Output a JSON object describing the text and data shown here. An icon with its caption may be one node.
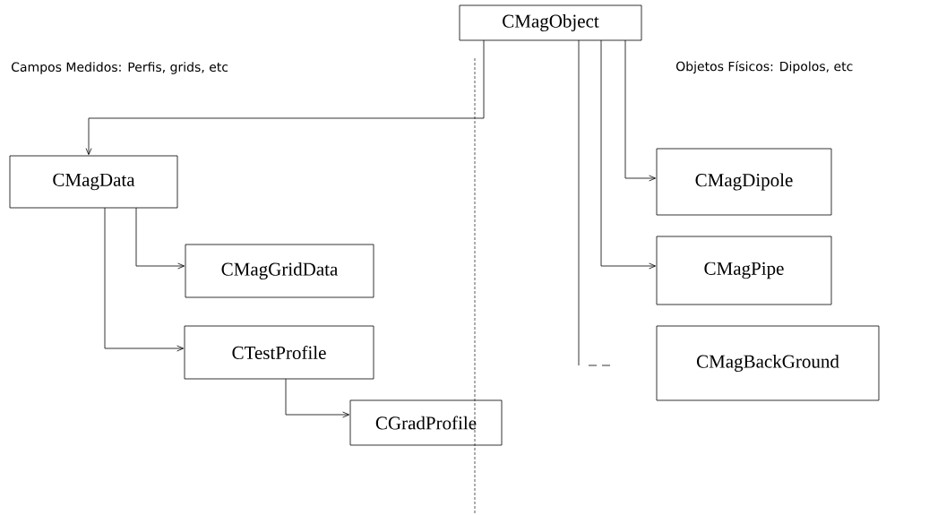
{
  "diagram": {
    "nodes": [
      {
        "text": [
          "CMagObject"
        ]
      },
      {
        "text": [
          "CMagData"
        ]
      },
      {
        "text": [
          "CMagGridData"
        ]
      },
      {
        "text": [
          "CTestProfile"
        ]
      },
      {
        "text": [
          "CGradProfile"
        ]
      },
      {
        "text": [
          "CMagDipole"
        ]
      },
      {
        "text": [
          "CMagPipe"
        ]
      },
      {
        "text": [
          "CMagBackGround"
        ]
      }
    ],
    "edges": [
      {
        "from": 0,
        "to": 1,
        "arrow": "to"
      },
      {
        "from": 1,
        "to": 2,
        "arrow": "to"
      },
      {
        "from": 1,
        "to": 3,
        "arrow": "to"
      },
      {
        "from": 3,
        "to": 4,
        "arrow": "to"
      },
      {
        "from": 0,
        "to": 5,
        "arrow": "to"
      },
      {
        "from": 0,
        "to": 6,
        "arrow": "to"
      },
      {
        "from": 0,
        "to": 7,
        "arrow": "none",
        "style": "dashed"
      }
    ],
    "labels": [
      "Campos Medidos: Perfis, grids, etc",
      "Objetos Físicos: Dipolos, etc"
    ]
  }
}
